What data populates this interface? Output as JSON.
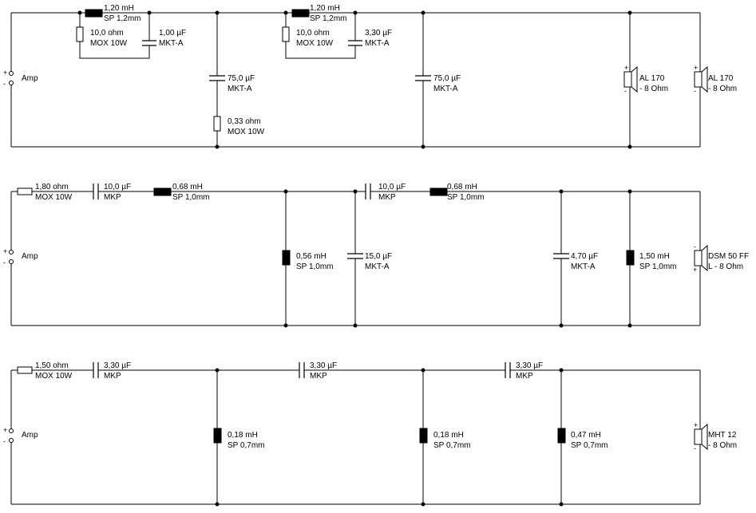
{
  "stage1": {
    "amp": "Amp",
    "L1": {
      "value": "1,20 mH",
      "spec": "SP 1,2mm"
    },
    "R1": {
      "value": "10,0 ohm",
      "spec": "MOX 10W"
    },
    "C1": {
      "value": "1,00 µF",
      "spec": "MKT-A"
    },
    "C2": {
      "value": "75,0 µF",
      "spec": "MKT-A"
    },
    "R2": {
      "value": "0,33 ohm",
      "spec": "MOX 10W"
    },
    "L2": {
      "value": "1,20 mH",
      "spec": "SP 1,2mm"
    },
    "R3": {
      "value": "10,0 ohm",
      "spec": "MOX 10W"
    },
    "C3": {
      "value": "3,30 µF",
      "spec": "MKT-A"
    },
    "C4": {
      "value": "75,0 µF",
      "spec": "MKT-A"
    },
    "spk1": {
      "name": "AL 170",
      "imp": "- 8 Ohm"
    },
    "spk2": {
      "name": "AL 170",
      "imp": "- 8 Ohm"
    }
  },
  "stage2": {
    "amp": "Amp",
    "R1": {
      "value": "1,80 ohm",
      "spec": "MOX 10W"
    },
    "C1": {
      "value": "10,0 µF",
      "spec": "MKP"
    },
    "L1": {
      "value": "0,68 mH",
      "spec": "SP 1,0mm"
    },
    "L2": {
      "value": "0,56 mH",
      "spec": "SP 1,0mm"
    },
    "C2": {
      "value": "15,0 µF",
      "spec": "MKT-A"
    },
    "C3": {
      "value": "10,0 µF",
      "spec": "MKP"
    },
    "L3": {
      "value": "0,68 mH",
      "spec": "SP 1,0mm"
    },
    "C4": {
      "value": "4,70 µF",
      "spec": "MKT-A"
    },
    "L4": {
      "value": "1,50 mH",
      "spec": "SP 1,0mm"
    },
    "spk": {
      "name": "DSM 50 FF",
      "imp": "L - 8 Ohm"
    }
  },
  "stage3": {
    "amp": "Amp",
    "R1": {
      "value": "1,50 ohm",
      "spec": "MOX 10W"
    },
    "C1": {
      "value": "3,30 µF",
      "spec": "MKP"
    },
    "L1": {
      "value": "0,18 mH",
      "spec": "SP 0,7mm"
    },
    "C2": {
      "value": "3,30 µF",
      "spec": "MKP"
    },
    "L2": {
      "value": "0,18 mH",
      "spec": "SP 0,7mm"
    },
    "C3": {
      "value": "3,30 µF",
      "spec": "MKP"
    },
    "L3": {
      "value": "0,47 mH",
      "spec": "SP 0,7mm"
    },
    "spk": {
      "name": "MHT 12",
      "imp": "- 8 Ohm"
    }
  },
  "symbols": {
    "plus": "+",
    "minus": "-"
  }
}
